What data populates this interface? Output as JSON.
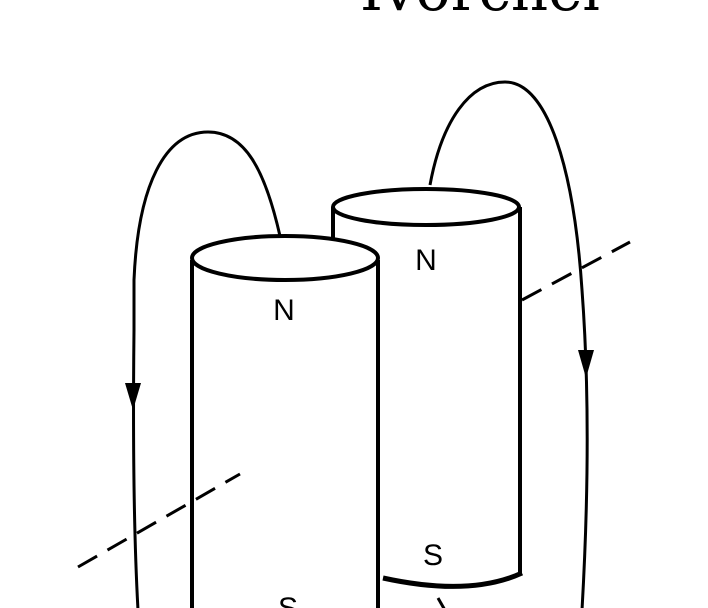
{
  "diagram": {
    "partial_title": "Ivorcheг",
    "right_magnet": {
      "north_label": "N",
      "south_label": "S"
    },
    "left_magnet": {
      "north_label": "N",
      "south_label": "S"
    }
  },
  "colors": {
    "ink": "#000000",
    "paper": "#ffffff"
  }
}
